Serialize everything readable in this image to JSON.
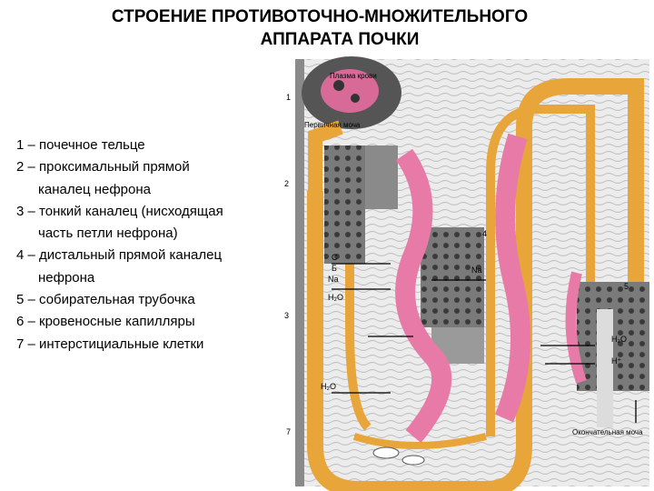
{
  "title": {
    "line1": "СТРОЕНИЕ ПРОТИВОТОЧНО-МНОЖИТЕЛЬНОГО",
    "line2": "АППАРАТА ПОЧКИ"
  },
  "legend": [
    {
      "text": "1 – почечное тельце",
      "cont": ""
    },
    {
      "text": "2 – проксимальный прямой",
      "cont": "каналец нефрона"
    },
    {
      "text": "3 – тонкий каналец (нисходящая",
      "cont": "часть петли нефрона)"
    },
    {
      "text": "4 – дистальный прямой каналец",
      "cont": "нефрона"
    },
    {
      "text": "5 – собирательная трубочка",
      "cont": ""
    },
    {
      "text": "6 – кровеносные капилляры",
      "cont": ""
    },
    {
      "text": "7 – интерстициальные клетки",
      "cont": ""
    }
  ],
  "diagram": {
    "plasma_label": "Плазма крови",
    "primary_urine_label": "Первичная моча",
    "final_urine_label": "Окончательная моча",
    "ion_labels": {
      "c": "С",
      "b": "Б",
      "na1": "Na",
      "h2o1": "H₂O",
      "na2": "Na",
      "h2o2": "H₂O",
      "h2o3": "H₂O",
      "h": "H⁺"
    },
    "markers": {
      "m1": "1",
      "m2": "2",
      "m3": "3",
      "m4": "4",
      "m5": "5",
      "m7": "7"
    },
    "colors": {
      "tubule": "#e8a53a",
      "capillary": "#e87aa7",
      "cells": "#6a6a6a",
      "interstitium": "#e6e6e6"
    }
  }
}
